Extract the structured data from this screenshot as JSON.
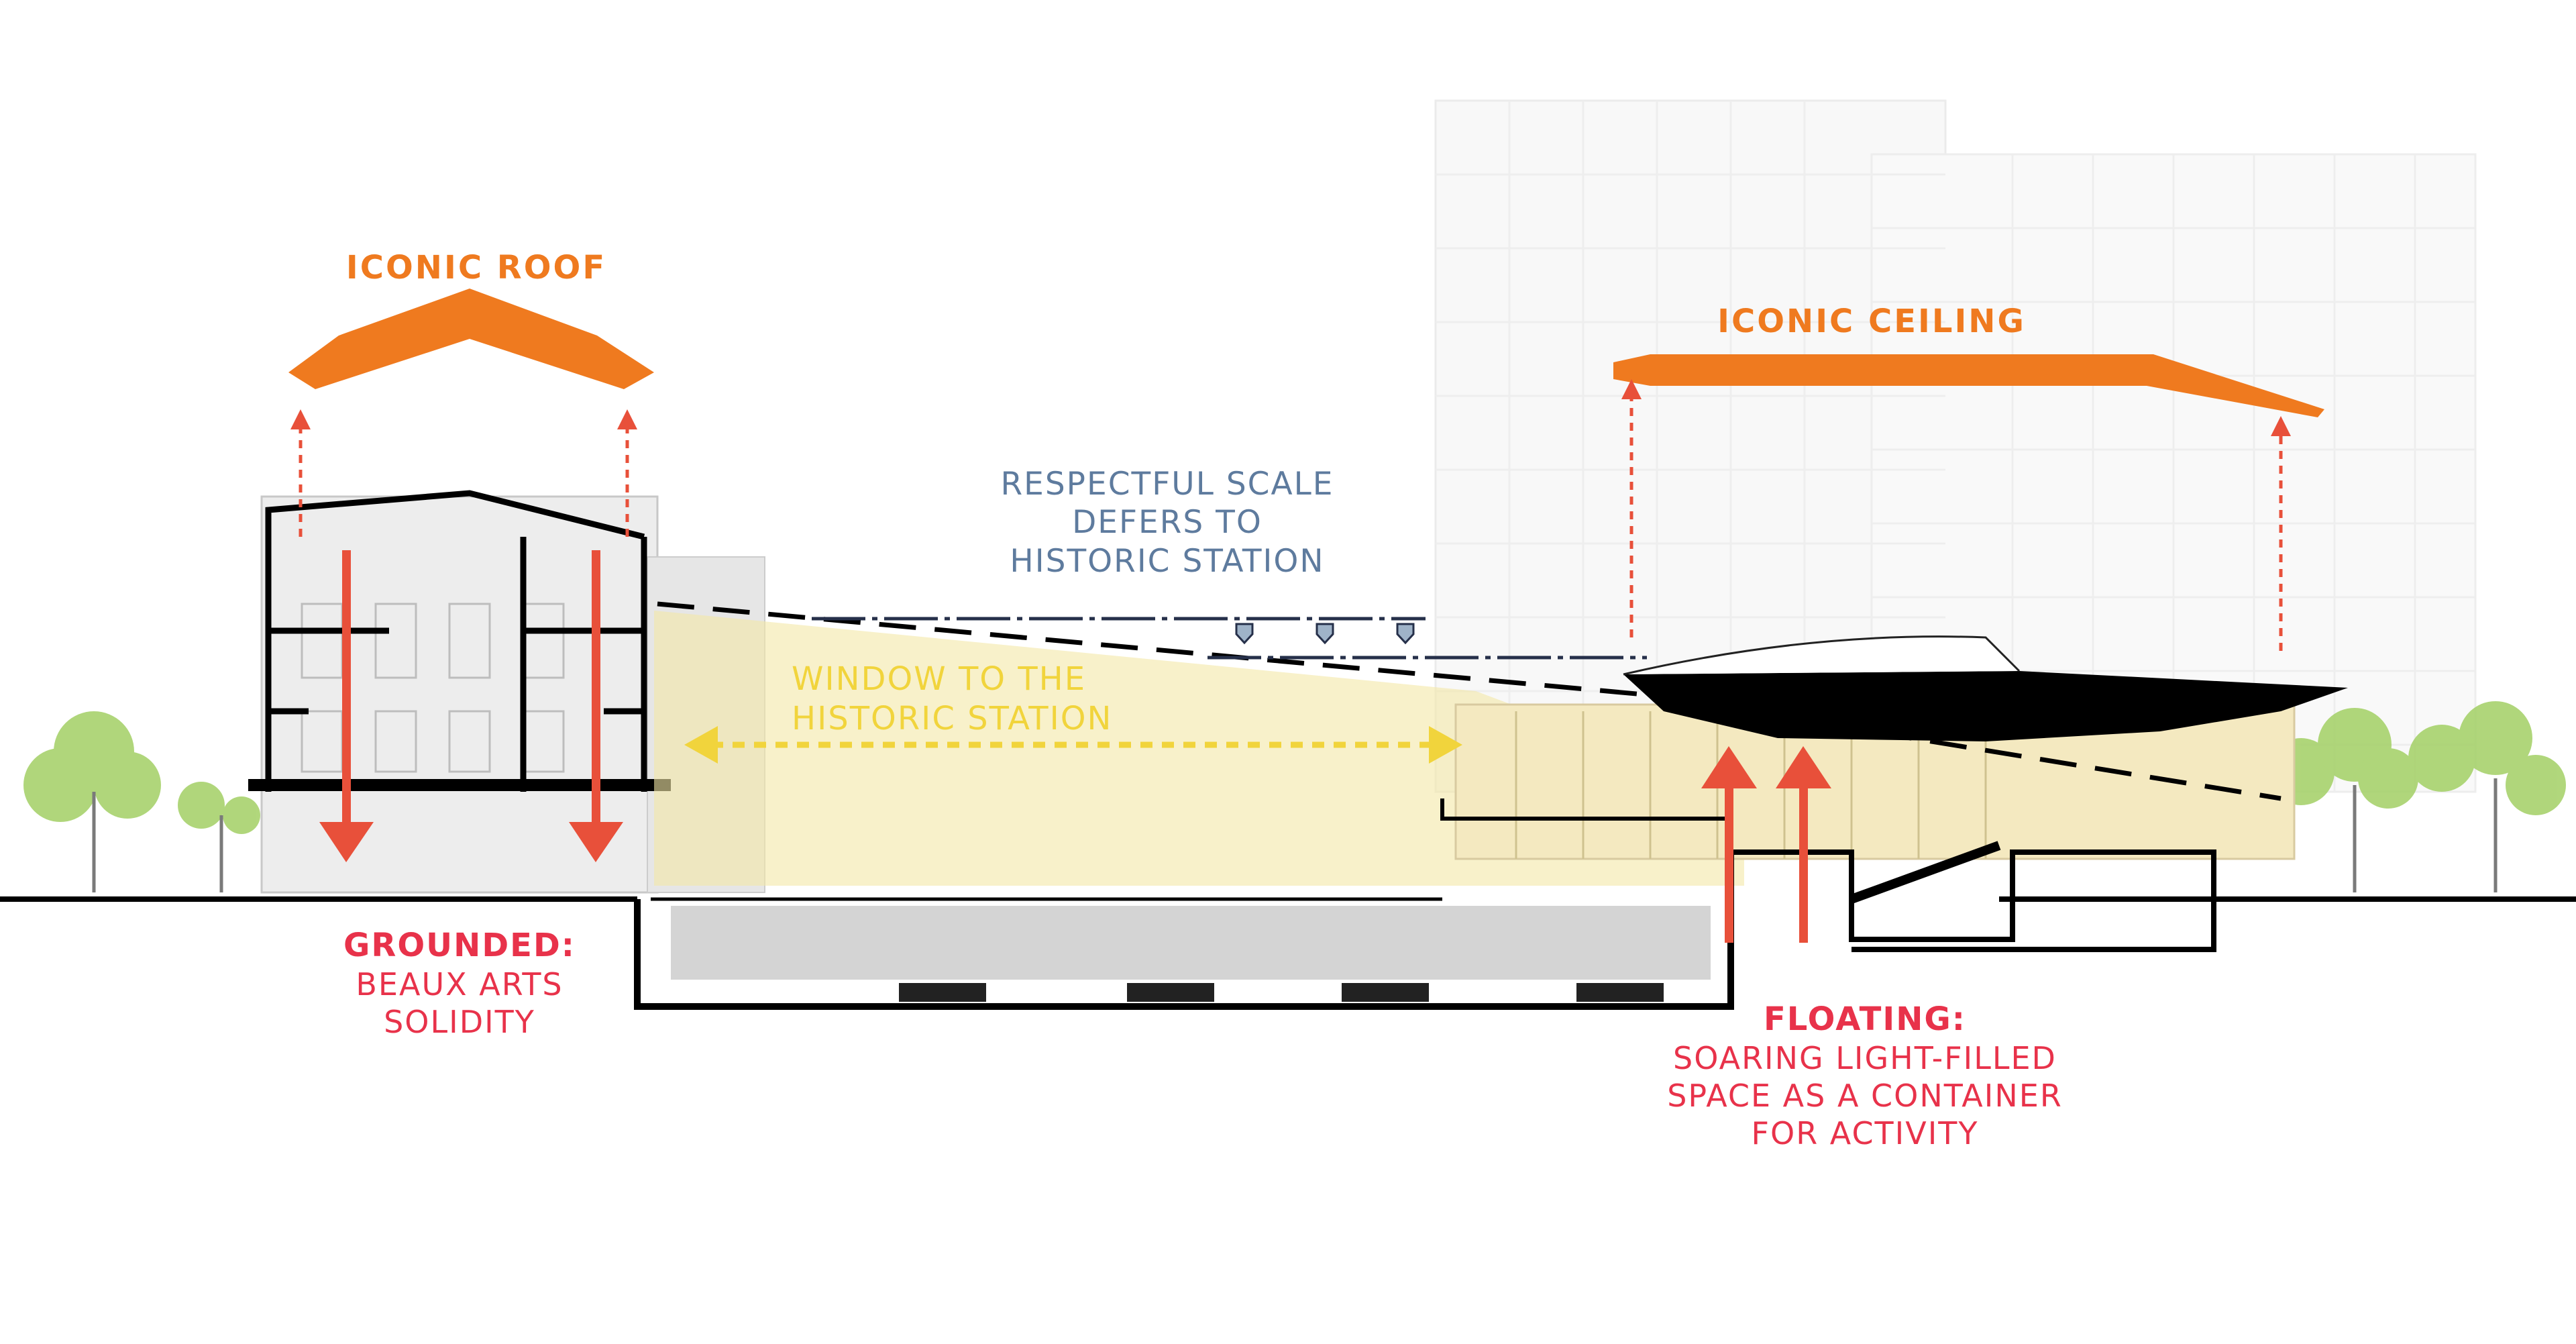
{
  "labels": {
    "iconic_roof": "ICONIC ROOF",
    "iconic_ceiling": "ICONIC CEILING",
    "respectful_scale": [
      "RESPECTFUL SCALE",
      "DEFERS TO",
      "HISTORIC STATION"
    ],
    "window": [
      "WINDOW TO THE",
      "HISTORIC STATION"
    ],
    "grounded_title": "GROUNDED:",
    "grounded_body": [
      "BEAUX ARTS",
      "SOLIDITY"
    ],
    "floating_title": "FLOATING:",
    "floating_body": [
      "SOARING LIGHT-FILLED",
      "SPACE AS A CONTAINER",
      "FOR ACTIVITY"
    ]
  },
  "colors": {
    "orange": "#ef7a1f",
    "red": "#e8324a",
    "blue": "#5e7b9e",
    "yellow": "#f1d43c",
    "tree": "#9ccc5a",
    "black": "#000000"
  }
}
